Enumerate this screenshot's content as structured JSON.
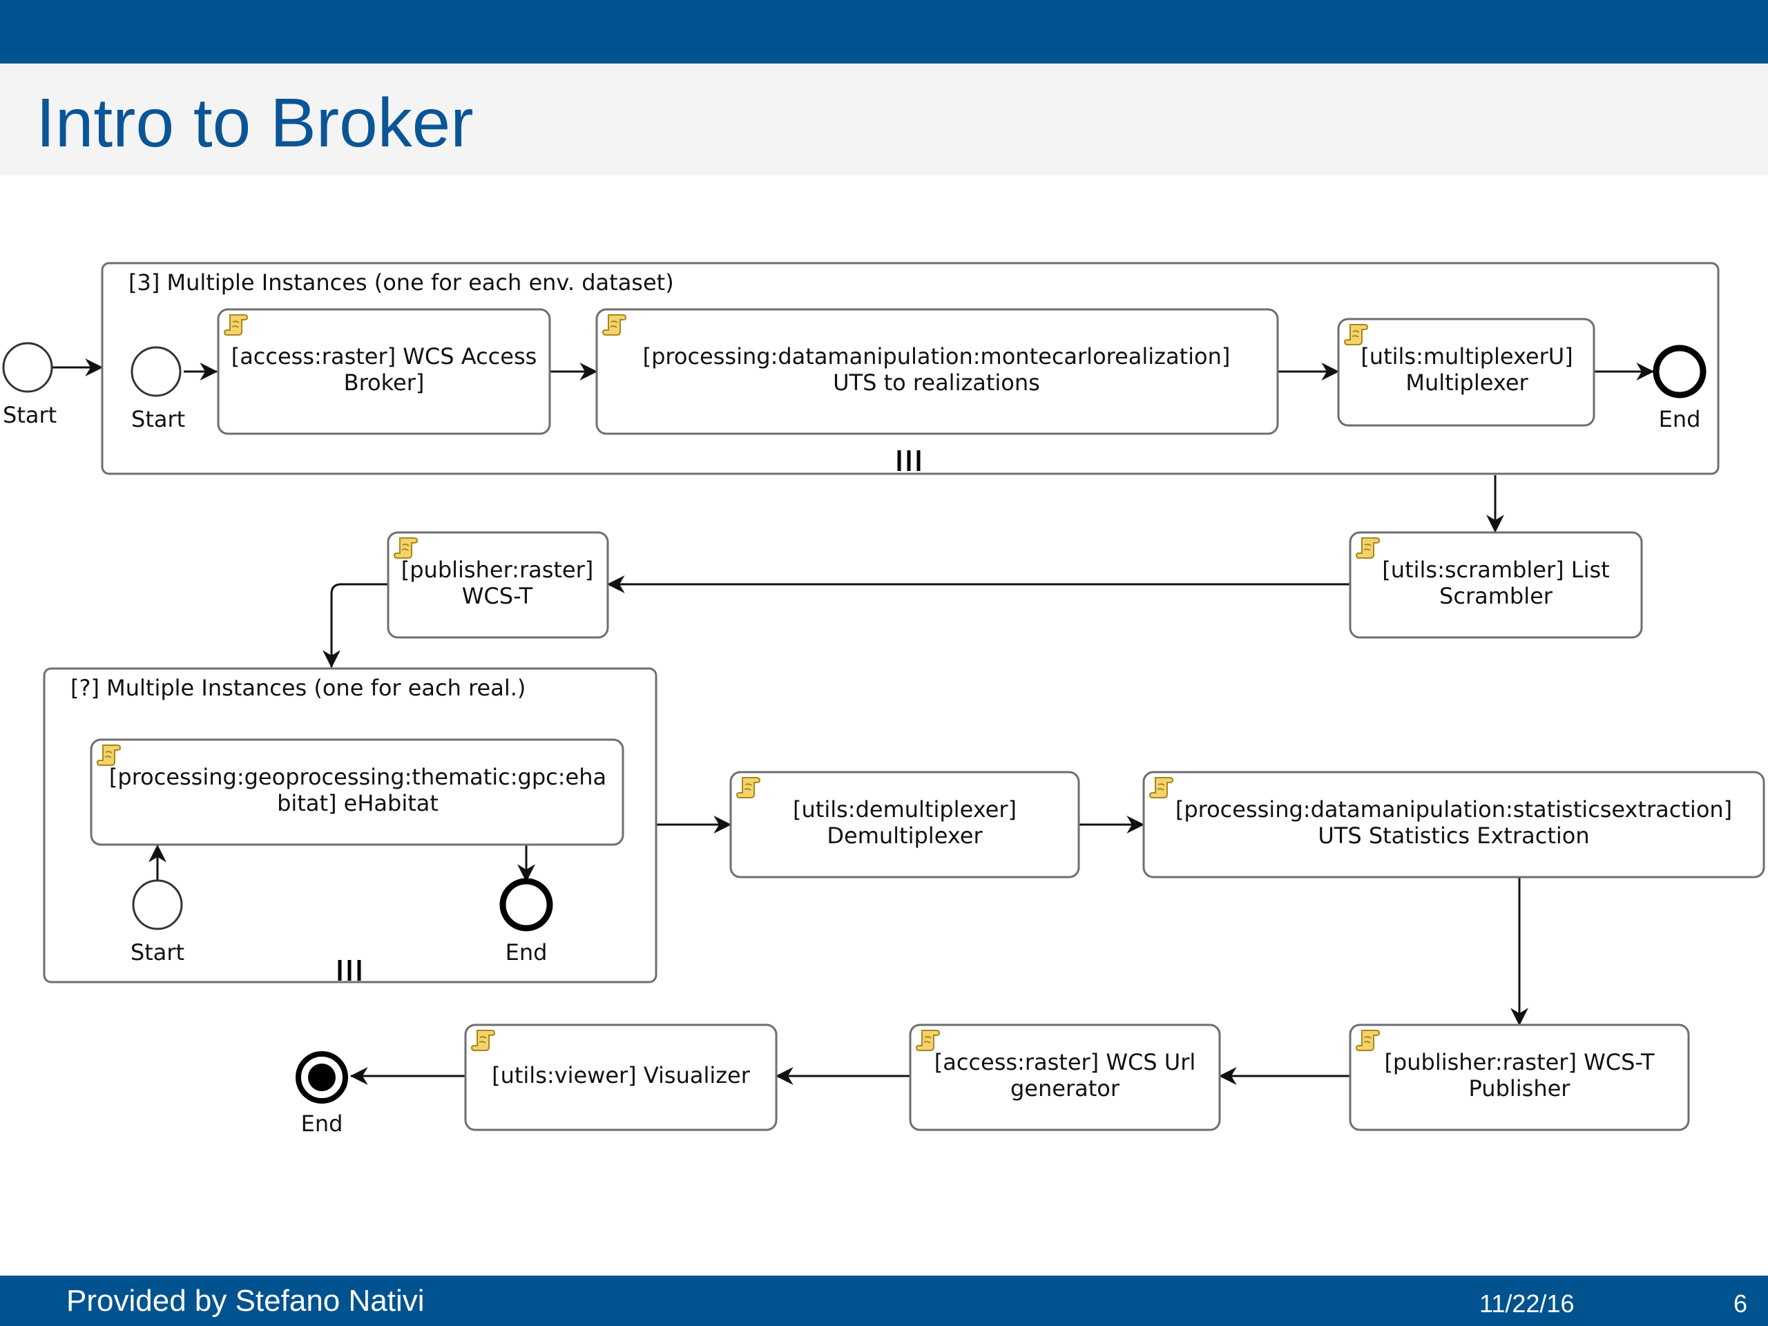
{
  "slide": {
    "title": "Intro to Broker",
    "footer_author": "Provided by Stefano Nativi",
    "footer_date": "11/22/16",
    "page_number": "6"
  },
  "diagram": {
    "start_outer": "Start",
    "subprocess_1": {
      "label": "[3] Multiple Instances (one for each env. dataset)",
      "start": "Start",
      "end": "End",
      "tasks": {
        "wcs_access_broker": [
          "[access:raster] WCS Access",
          "Broker]"
        ],
        "uts_to_realizations": [
          "[processing:datamanipulation:montecarlorealization]",
          "UTS to realizations"
        ],
        "multiplexer": [
          "[utils:multiplexerU]",
          "Multiplexer"
        ]
      }
    },
    "list_scrambler": [
      "[utils:scrambler] List",
      "Scrambler"
    ],
    "wcs_t": [
      "[publisher:raster]",
      "WCS-T"
    ],
    "subprocess_2": {
      "label": "[?] Multiple Instances (one for each real.)",
      "start": "Start",
      "end": "End",
      "ehabitat": [
        "[processing:geoprocessing:thematic:gpc:eha",
        "bitat] eHabitat"
      ]
    },
    "demultiplexer": [
      "[utils:demultiplexer]",
      "Demultiplexer"
    ],
    "statistics_extraction": [
      "[processing:datamanipulation:statisticsextraction]",
      "UTS Statistics Extraction"
    ],
    "wcs_t_publisher": [
      "[publisher:raster] WCS-T",
      "Publisher"
    ],
    "wcs_url_generator": [
      "[access:raster] WCS Url",
      "generator"
    ],
    "visualizer": [
      "[utils:viewer] Visualizer"
    ],
    "end_final": "End"
  }
}
